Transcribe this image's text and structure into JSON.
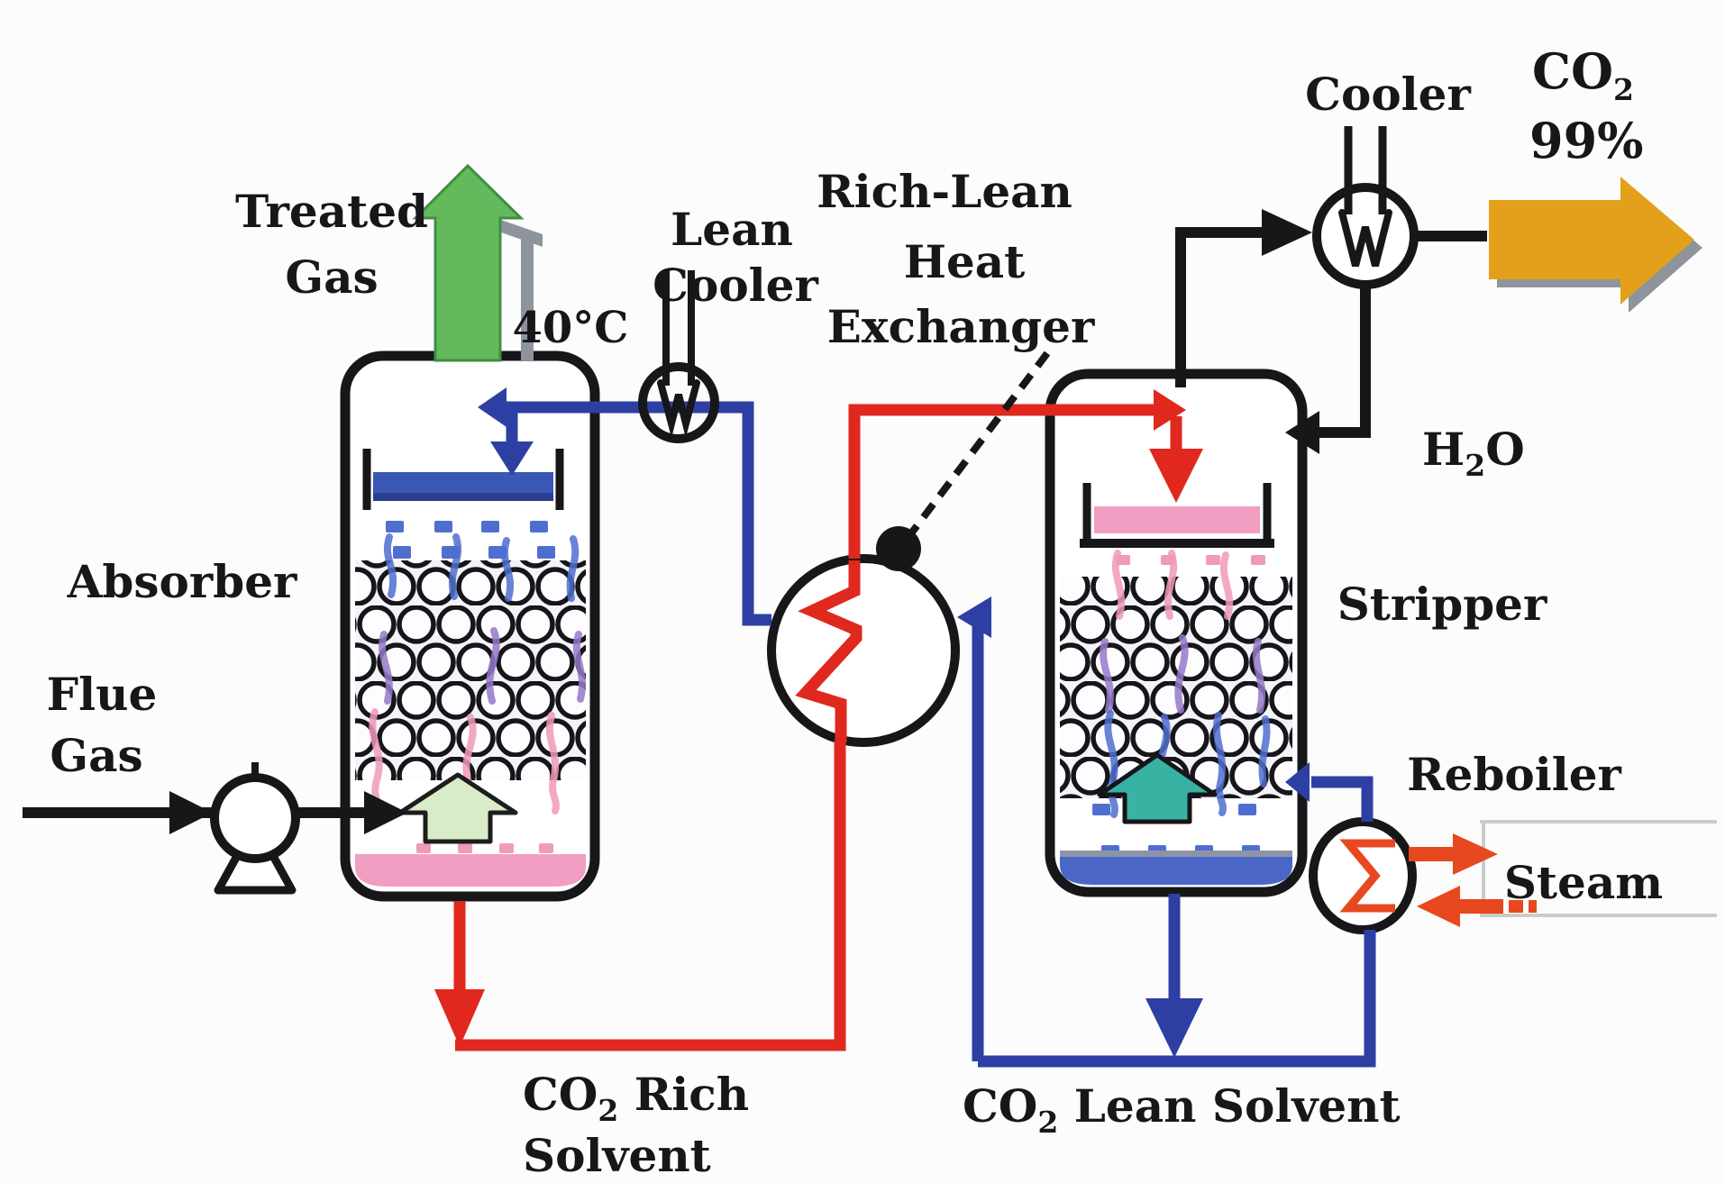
{
  "labels": {
    "treated_gas_line1": "Treated",
    "treated_gas_line2": "Gas",
    "temperature": "40°C",
    "lean_cooler_line1": "Lean",
    "lean_cooler_line2": "Cooler",
    "hx_line1": "Rich-Lean",
    "hx_line2": "Heat",
    "hx_line3": "Exchanger",
    "overhead_cooler": "Cooler",
    "co2_base": "CO",
    "co2_sub": "2",
    "co2_purity": "99%",
    "h2o_base": "H",
    "h2o_sub": "2",
    "h2o_tail": "O",
    "absorber": "Absorber",
    "flue_gas_line1": "Flue",
    "flue_gas_line2": "Gas",
    "stripper": "Stripper",
    "reboiler": "Reboiler",
    "steam": "Steam",
    "rich_base": "CO",
    "rich_sub": "2",
    "rich_rest": " Rich",
    "rich_line2": "Solvent",
    "lean_base": "CO",
    "lean_sub": "2",
    "lean_rest": " Lean Solvent"
  },
  "colors": {
    "rich_solvent_red": "#e0281e",
    "lean_solvent_blue": "#2e3fa3",
    "pipe_black": "#17171a",
    "treated_gas_green": "#63b95c",
    "gas_up_light_green": "#d9ecca",
    "stripper_vapor_teal": "#38b2a3",
    "co2_product_orange": "#e2a01b",
    "liquid_pink": "#f19ec2",
    "tray_blue": "#3a57b5",
    "stripper_liquid_blue": "#4a67c8",
    "trickle_blue": "#4f6fd0",
    "trickle_purple": "#9579c8",
    "trickle_pink": "#ef9ab9",
    "reboiler_steam_red": "#e8481f",
    "shadow_gray": "#8e949c"
  }
}
